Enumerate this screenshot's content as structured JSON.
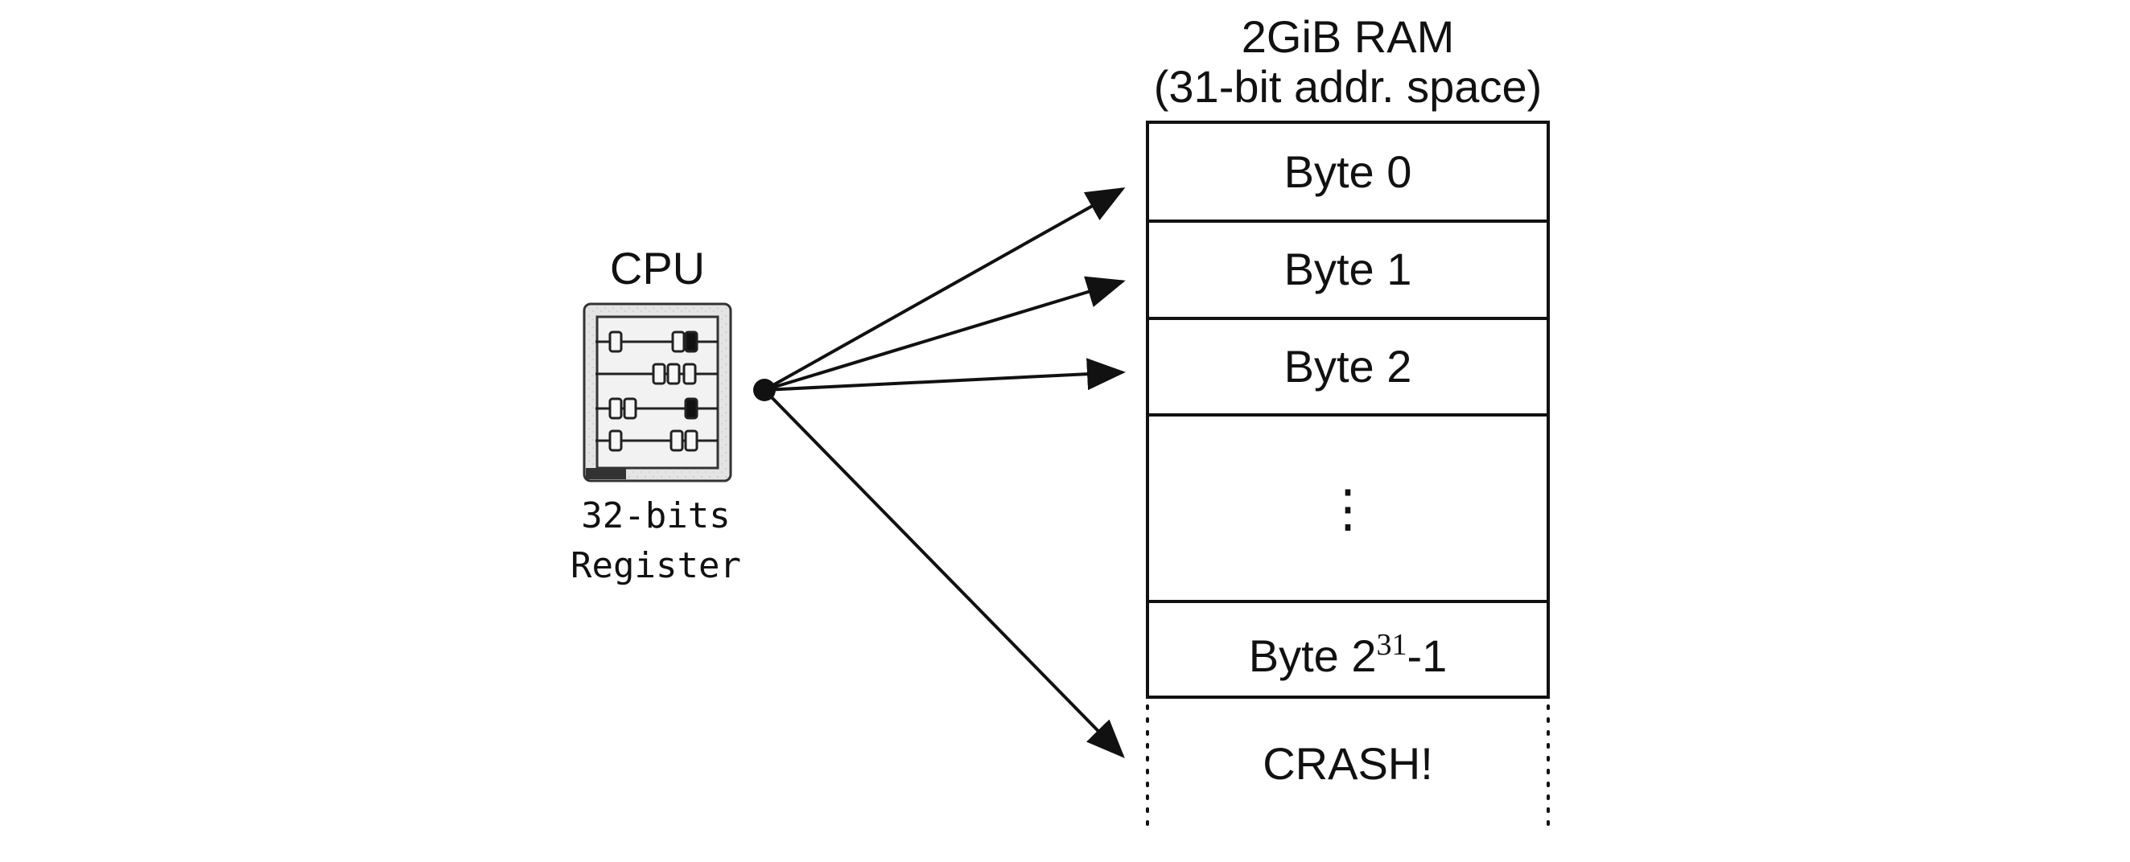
{
  "cpu": {
    "title": "CPU",
    "register_caption_line1": "32-bits",
    "register_caption_line2": "Register",
    "icon": "abacus-register-icon"
  },
  "ram": {
    "title_line1": "2GiB RAM",
    "title_line2": "(31-bit addr. space)",
    "cells": {
      "byte0": "Byte 0",
      "byte1": "Byte 1",
      "byte2": "Byte 2",
      "ellipsis": "⋮",
      "last_prefix": "Byte 2",
      "last_exponent": "31",
      "last_suffix": "-1"
    },
    "overflow_label": "CRASH!"
  },
  "colors": {
    "ink": "#111111",
    "background": "#ffffff",
    "icon_fill": "#dcdcdc"
  }
}
